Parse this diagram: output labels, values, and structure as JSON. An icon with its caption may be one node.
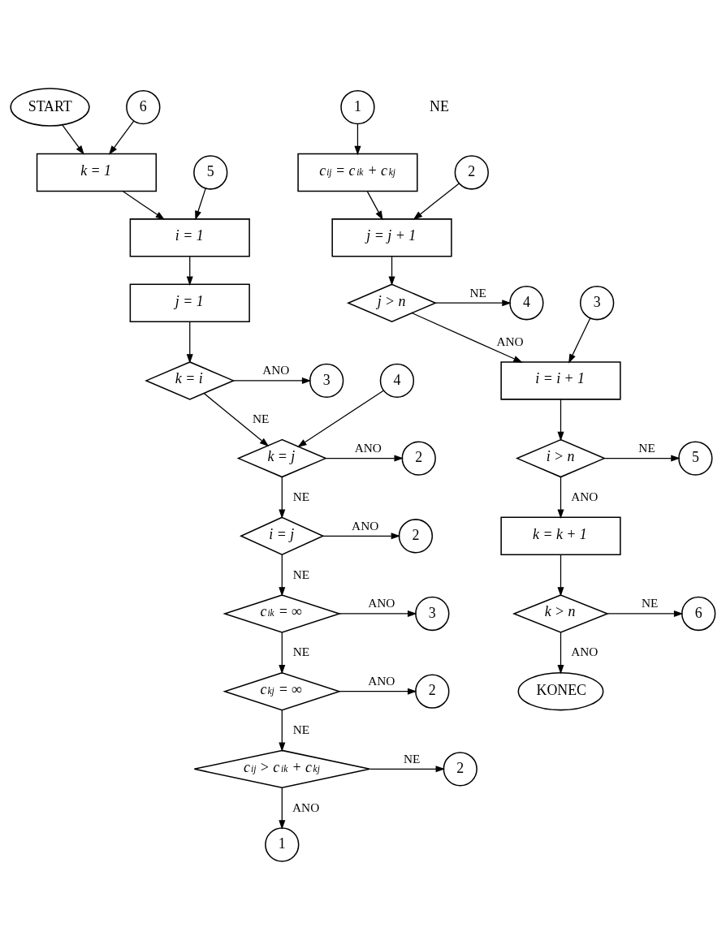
{
  "diagram": {
    "nodes": [
      {
        "text": [
          "START"
        ]
      },
      {
        "text": [
          "6"
        ]
      },
      {
        "text": [
          "k = 1"
        ]
      },
      {
        "text": [
          "5"
        ]
      },
      {
        "text": [
          "i = 1"
        ]
      },
      {
        "text": [
          "j = 1"
        ]
      },
      {
        "text": [
          "k = i"
        ]
      },
      {
        "text": [
          "3"
        ]
      },
      {
        "text": [
          "4"
        ]
      },
      {
        "text": [
          "k = j"
        ]
      },
      {
        "text": [
          "2"
        ]
      },
      {
        "text": [
          "i = j"
        ]
      },
      {
        "text": [
          "2"
        ]
      },
      {
        "text": [
          "c$_{ik}$ = ∞"
        ]
      },
      {
        "text": [
          "3"
        ]
      },
      {
        "text": [
          "c$_{kj}$ = ∞"
        ]
      },
      {
        "text": [
          "2"
        ]
      },
      {
        "text": [
          "c$_{ij}$ > c$_{ik}$ + c$_{kj}$"
        ]
      },
      {
        "text": [
          "2"
        ]
      },
      {
        "text": [
          "1"
        ]
      },
      {
        "text": [
          "1"
        ]
      },
      {
        "text": [
          "c$_{ij}$ = c$_{ik}$ + c$_{kj}$"
        ]
      },
      {
        "text": [
          "2"
        ]
      },
      {
        "text": [
          "j = j + 1"
        ]
      },
      {
        "text": [
          "j > n"
        ]
      },
      {
        "text": [
          "4"
        ]
      },
      {
        "text": [
          "3"
        ]
      },
      {
        "text": [
          "i = i + 1"
        ]
      },
      {
        "text": [
          "i > n"
        ]
      },
      {
        "text": [
          "5"
        ]
      },
      {
        "text": [
          "k = k + 1"
        ]
      },
      {
        "text": [
          "k > n"
        ]
      },
      {
        "text": [
          "6"
        ]
      },
      {
        "text": [
          "KONEC"
        ]
      }
    ],
    "edges": [
      {
        "from": 0,
        "to": 2,
        "arrow": "to"
      },
      {
        "from": 1,
        "to": 2,
        "arrow": "to"
      },
      {
        "from": 2,
        "to": 4,
        "arrow": "to"
      },
      {
        "from": 3,
        "to": 4,
        "arrow": "to"
      },
      {
        "from": 4,
        "to": 5,
        "arrow": "to"
      },
      {
        "from": 5,
        "to": 6,
        "arrow": "to"
      },
      {
        "from": 6,
        "to": 7,
        "arrow": "to",
        "label": "ANO"
      },
      {
        "from": 6,
        "to": 9,
        "arrow": "to",
        "label": "NE"
      },
      {
        "from": 8,
        "to": 9,
        "arrow": "to"
      },
      {
        "from": 9,
        "to": 10,
        "arrow": "to",
        "label": "ANO"
      },
      {
        "from": 9,
        "to": 11,
        "arrow": "to",
        "label": "NE"
      },
      {
        "from": 11,
        "to": 12,
        "arrow": "to",
        "label": "ANO"
      },
      {
        "from": 11,
        "to": 13,
        "arrow": "to",
        "label": "NE"
      },
      {
        "from": 13,
        "to": 14,
        "arrow": "to",
        "label": "ANO"
      },
      {
        "from": 13,
        "to": 15,
        "arrow": "to",
        "label": "NE"
      },
      {
        "from": 15,
        "to": 16,
        "arrow": "to",
        "label": "ANO"
      },
      {
        "from": 15,
        "to": 17,
        "arrow": "to",
        "label": "NE"
      },
      {
        "from": 17,
        "to": 18,
        "arrow": "to",
        "label": "NE"
      },
      {
        "from": 17,
        "to": 19,
        "arrow": "to",
        "label": "ANO"
      },
      {
        "from": 20,
        "to": 21,
        "arrow": "to"
      },
      {
        "from": 21,
        "to": 23,
        "arrow": "to"
      },
      {
        "from": 22,
        "to": 23,
        "arrow": "to"
      },
      {
        "from": 23,
        "to": 24,
        "arrow": "to"
      },
      {
        "from": 24,
        "to": 25,
        "arrow": "to",
        "label": "NE"
      },
      {
        "from": 24,
        "to": 27,
        "arrow": "to",
        "label": "ANO"
      },
      {
        "from": 26,
        "to": 27,
        "arrow": "to"
      },
      {
        "from": 27,
        "to": 28,
        "arrow": "to"
      },
      {
        "from": 28,
        "to": 29,
        "arrow": "to",
        "label": "NE"
      },
      {
        "from": 28,
        "to": 30,
        "arrow": "to",
        "label": "ANO"
      },
      {
        "from": 30,
        "to": 31,
        "arrow": "to"
      },
      {
        "from": 31,
        "to": 32,
        "arrow": "to",
        "label": "NE"
      },
      {
        "from": 31,
        "to": 33,
        "arrow": "to",
        "label": "ANO"
      }
    ],
    "labels": [
      "NE"
    ]
  }
}
